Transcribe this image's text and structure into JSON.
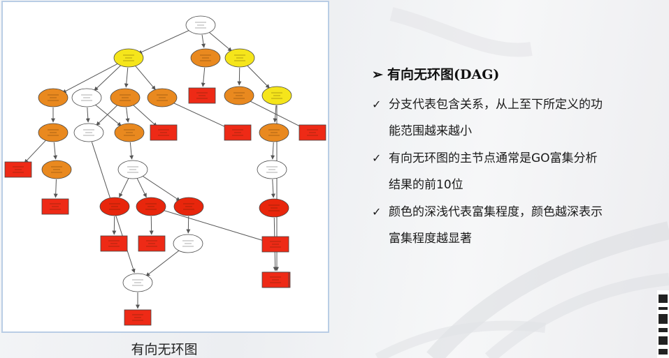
{
  "caption": "有向无环图",
  "heading": {
    "marker": "➢",
    "text": "有向无环图(DAG)"
  },
  "bullets": [
    {
      "check": "✓",
      "line1": "分支代表包含关系，从上至下所定义的功",
      "line2": "能范围越来越小"
    },
    {
      "check": "✓",
      "line1": "有向无环图的主节点通常是GO富集分析",
      "line2": "结果的前10位"
    },
    {
      "check": "✓",
      "line1": "颜色的深浅代表富集程度，颜色越深表示",
      "line2": "富集程度越显著"
    }
  ],
  "colors": {
    "white_node": "#ffffff",
    "yellow_node": "#f5e51b",
    "orange_node": "#e9891f",
    "red_node": "#e8260c",
    "rect_node": "#ee2a16",
    "edge": "#555555",
    "panel_border": "#b9cde5"
  },
  "dag": {
    "nodes": [
      {
        "id": "n1",
        "shape": "ellipse",
        "fill": "white_node"
      },
      {
        "id": "n2",
        "shape": "ellipse",
        "fill": "yellow_node"
      },
      {
        "id": "n3",
        "shape": "ellipse",
        "fill": "orange_node"
      },
      {
        "id": "n4",
        "shape": "ellipse",
        "fill": "yellow_node"
      },
      {
        "id": "n5",
        "shape": "ellipse",
        "fill": "orange_node"
      },
      {
        "id": "n6",
        "shape": "ellipse",
        "fill": "white_node"
      },
      {
        "id": "n7",
        "shape": "ellipse",
        "fill": "orange_node"
      },
      {
        "id": "n8",
        "shape": "ellipse",
        "fill": "orange_node"
      },
      {
        "id": "n9",
        "shape": "rect",
        "fill": "rect_node"
      },
      {
        "id": "n10",
        "shape": "ellipse",
        "fill": "orange_node"
      },
      {
        "id": "n11",
        "shape": "ellipse",
        "fill": "yellow_node"
      },
      {
        "id": "n12",
        "shape": "ellipse",
        "fill": "orange_node"
      },
      {
        "id": "n13",
        "shape": "ellipse",
        "fill": "white_node"
      },
      {
        "id": "n14",
        "shape": "ellipse",
        "fill": "orange_node"
      },
      {
        "id": "n15",
        "shape": "rect",
        "fill": "rect_node"
      },
      {
        "id": "n16",
        "shape": "rect",
        "fill": "rect_node"
      },
      {
        "id": "n17",
        "shape": "ellipse",
        "fill": "orange_node"
      },
      {
        "id": "n18",
        "shape": "rect",
        "fill": "rect_node"
      },
      {
        "id": "n19",
        "shape": "rect",
        "fill": "rect_node"
      },
      {
        "id": "n20",
        "shape": "rect",
        "fill": "rect_node"
      },
      {
        "id": "n21",
        "shape": "ellipse",
        "fill": "orange_node"
      },
      {
        "id": "n22",
        "shape": "ellipse",
        "fill": "white_node"
      },
      {
        "id": "n23",
        "shape": "rect",
        "fill": "rect_node"
      },
      {
        "id": "n24",
        "shape": "rect",
        "fill": "rect_node"
      },
      {
        "id": "n25",
        "shape": "ellipse",
        "fill": "white_node"
      },
      {
        "id": "n26",
        "shape": "ellipse",
        "fill": "red_node"
      },
      {
        "id": "n27",
        "shape": "ellipse",
        "fill": "red_node"
      },
      {
        "id": "n28",
        "shape": "ellipse",
        "fill": "red_node"
      },
      {
        "id": "n29",
        "shape": "rect",
        "fill": "rect_node"
      },
      {
        "id": "n30",
        "shape": "rect",
        "fill": "rect_node"
      },
      {
        "id": "n31",
        "shape": "ellipse",
        "fill": "white_node"
      },
      {
        "id": "n32",
        "shape": "ellipse",
        "fill": "red_node"
      },
      {
        "id": "n33",
        "shape": "rect",
        "fill": "rect_node"
      },
      {
        "id": "n34",
        "shape": "ellipse",
        "fill": "white_node"
      },
      {
        "id": "n35",
        "shape": "rect",
        "fill": "rect_node"
      },
      {
        "id": "n36",
        "shape": "rect",
        "fill": "rect_node"
      }
    ],
    "edges": [
      [
        "n1",
        "n2"
      ],
      [
        "n1",
        "n3"
      ],
      [
        "n1",
        "n4"
      ],
      [
        "n2",
        "n5"
      ],
      [
        "n2",
        "n6"
      ],
      [
        "n2",
        "n7"
      ],
      [
        "n2",
        "n8"
      ],
      [
        "n3",
        "n9"
      ],
      [
        "n4",
        "n10"
      ],
      [
        "n4",
        "n11"
      ],
      [
        "n5",
        "n12"
      ],
      [
        "n6",
        "n13"
      ],
      [
        "n6",
        "n14"
      ],
      [
        "n7",
        "n13"
      ],
      [
        "n7",
        "n14"
      ],
      [
        "n7",
        "n15"
      ],
      [
        "n8",
        "n16"
      ],
      [
        "n10",
        "n18"
      ],
      [
        "n11",
        "n17"
      ],
      [
        "n11",
        "n19"
      ],
      [
        "n12",
        "n20"
      ],
      [
        "n12",
        "n21"
      ],
      [
        "n13",
        "n34"
      ],
      [
        "n14",
        "n25"
      ],
      [
        "n17",
        "n22"
      ],
      [
        "n21",
        "n23"
      ],
      [
        "n25",
        "n26"
      ],
      [
        "n25",
        "n27"
      ],
      [
        "n25",
        "n28"
      ],
      [
        "n26",
        "n29"
      ],
      [
        "n27",
        "n30"
      ],
      [
        "n27",
        "n33"
      ],
      [
        "n28",
        "n31"
      ],
      [
        "n22",
        "n32"
      ],
      [
        "n32",
        "n36"
      ],
      [
        "n31",
        "n34"
      ],
      [
        "n34",
        "n35"
      ]
    ]
  }
}
